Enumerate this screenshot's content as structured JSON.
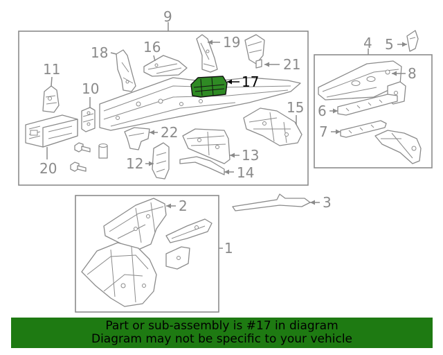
{
  "callouts": {
    "c1": "1",
    "c2": "2",
    "c3": "3",
    "c4": "4",
    "c5": "5",
    "c6": "6",
    "c7": "7",
    "c8": "8",
    "c9": "9",
    "c10": "10",
    "c11": "11",
    "c12": "12",
    "c13": "13",
    "c14": "14",
    "c15": "15",
    "c16": "16",
    "c17": "17",
    "c18": "18",
    "c19": "19",
    "c20": "20",
    "c21": "21",
    "c22": "22"
  },
  "highlighted_part": "17",
  "colors": {
    "highlight": "#2f8a24",
    "banner": "#1e7a12",
    "line": "#8a8a8a"
  },
  "banner": {
    "line1": "Part or sub-assembly is #17 in diagram",
    "line2": "Diagram may not be specific to your vehicle"
  }
}
